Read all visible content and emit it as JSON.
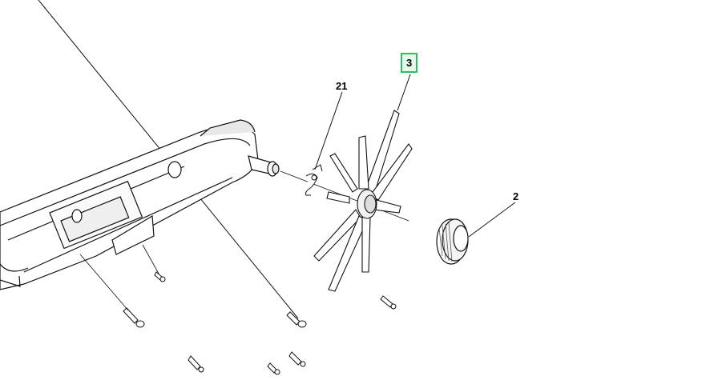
{
  "callouts": {
    "c3": "3",
    "c21": "21",
    "c2": "2"
  },
  "colors": {
    "line": "#111111",
    "shade": "#cfcfcf",
    "highlight_border": "#22c55e",
    "highlight_fill": "#e6f9ea"
  }
}
